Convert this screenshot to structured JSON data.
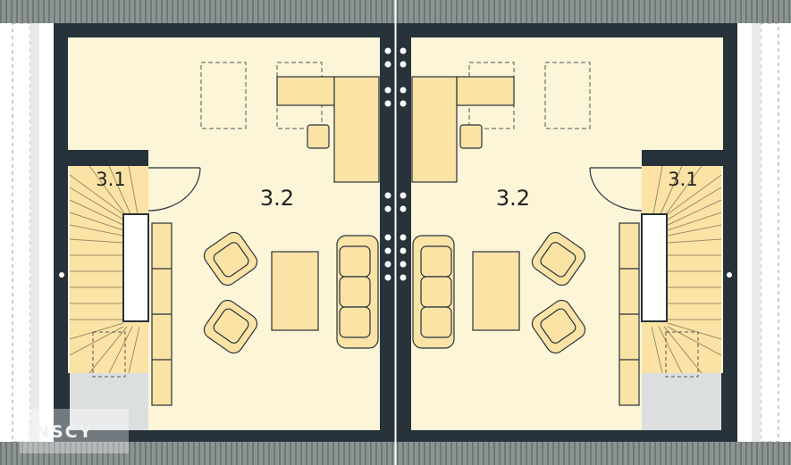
{
  "rooms": {
    "left_main": "3.2",
    "right_main": "3.2",
    "left_stair": "3.1",
    "right_stair": "3.1"
  },
  "watermark": "INSCY",
  "colors": {
    "floor": "#fdf5d8",
    "furniture": "#fbe3a6",
    "wall": "#27323a",
    "roof": "#8c9393",
    "landing": "#dcdfe0"
  }
}
